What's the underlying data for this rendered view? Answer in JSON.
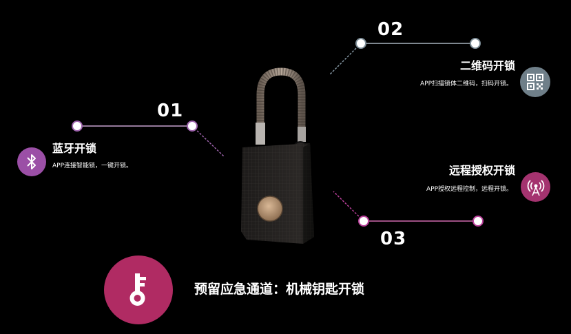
{
  "features": [
    {
      "number": "01",
      "title": "蓝牙开锁",
      "description": "APP连接智能锁，一键开锁。",
      "icon": "bluetooth-icon",
      "icon_color": "#9b4fa6"
    },
    {
      "number": "02",
      "title": "二维码开锁",
      "description": "APP扫描锁体二维码，扫码开锁。",
      "icon": "qr-code-icon",
      "icon_color": "#6f7f89"
    },
    {
      "number": "03",
      "title": "远程授权开锁",
      "description": "APP授权远程控制，远程开锁。",
      "icon": "signal-tower-icon",
      "icon_color": "#a4336f"
    }
  ],
  "emergency": {
    "text": "预留应急通道：机械钥匙开锁",
    "icon": "key-icon",
    "icon_color": "#b02b63"
  },
  "colors": {
    "line_left": "#c7a2cf",
    "line_right_top": "#a9b6bf",
    "line_right_bottom": "#d36ab1",
    "background": "#000000"
  }
}
